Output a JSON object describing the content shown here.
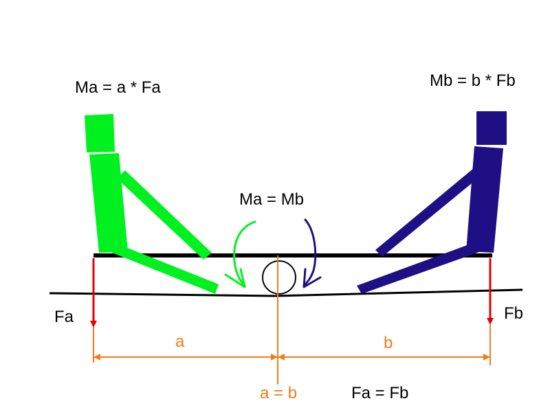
{
  "labels": {
    "moment_a": "Ma = a * Fa",
    "moment_b": "Mb = b * Fb",
    "moment_equal": "Ma = Mb",
    "force_a": "Fa",
    "force_b": "Fb",
    "distance_a": "a",
    "distance_b": "b",
    "distance_equal": "a = b",
    "force_equal": "Fa = Fb"
  },
  "colors": {
    "person_a": "#00f11f",
    "person_b": "#1f0f84",
    "force_arrow": "#e60000",
    "dimension": "#f07c1a",
    "ground": "#000000"
  }
}
